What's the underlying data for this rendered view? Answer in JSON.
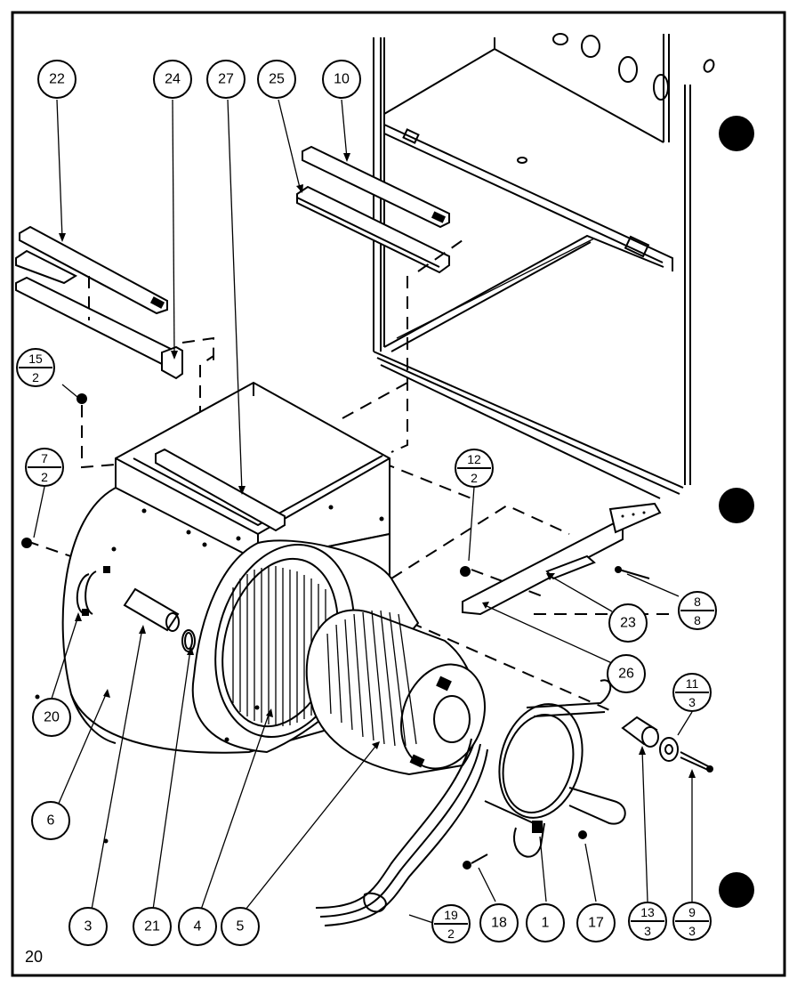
{
  "callouts": [
    {
      "id": "22",
      "label": "22"
    },
    {
      "id": "24",
      "label": "24"
    },
    {
      "id": "27",
      "label": "27"
    },
    {
      "id": "25",
      "label": "25"
    },
    {
      "id": "10",
      "label": "10"
    },
    {
      "id": "23",
      "label": "23"
    },
    {
      "id": "26",
      "label": "26"
    },
    {
      "id": "20",
      "label": "20"
    },
    {
      "id": "6",
      "label": "6"
    },
    {
      "id": "3",
      "label": "3"
    },
    {
      "id": "21",
      "label": "21"
    },
    {
      "id": "4",
      "label": "4"
    },
    {
      "id": "5",
      "label": "5"
    },
    {
      "id": "18",
      "label": "18"
    },
    {
      "id": "1",
      "label": "1"
    },
    {
      "id": "17",
      "label": "17"
    }
  ],
  "fraction_callouts": [
    {
      "id": "15-2",
      "top": "15",
      "bottom": "2"
    },
    {
      "id": "7-2",
      "top": "7",
      "bottom": "2"
    },
    {
      "id": "12-2",
      "top": "12",
      "bottom": "2"
    },
    {
      "id": "8-8",
      "top": "8",
      "bottom": "8"
    },
    {
      "id": "11-3",
      "top": "11",
      "bottom": "3"
    },
    {
      "id": "13-3",
      "top": "13",
      "bottom": "3"
    },
    {
      "id": "9-3",
      "top": "9",
      "bottom": "3"
    },
    {
      "id": "19-2",
      "top": "19",
      "bottom": "2"
    }
  ],
  "page_number": "20",
  "colors": {
    "ink": "#000000",
    "paper": "#ffffff"
  }
}
